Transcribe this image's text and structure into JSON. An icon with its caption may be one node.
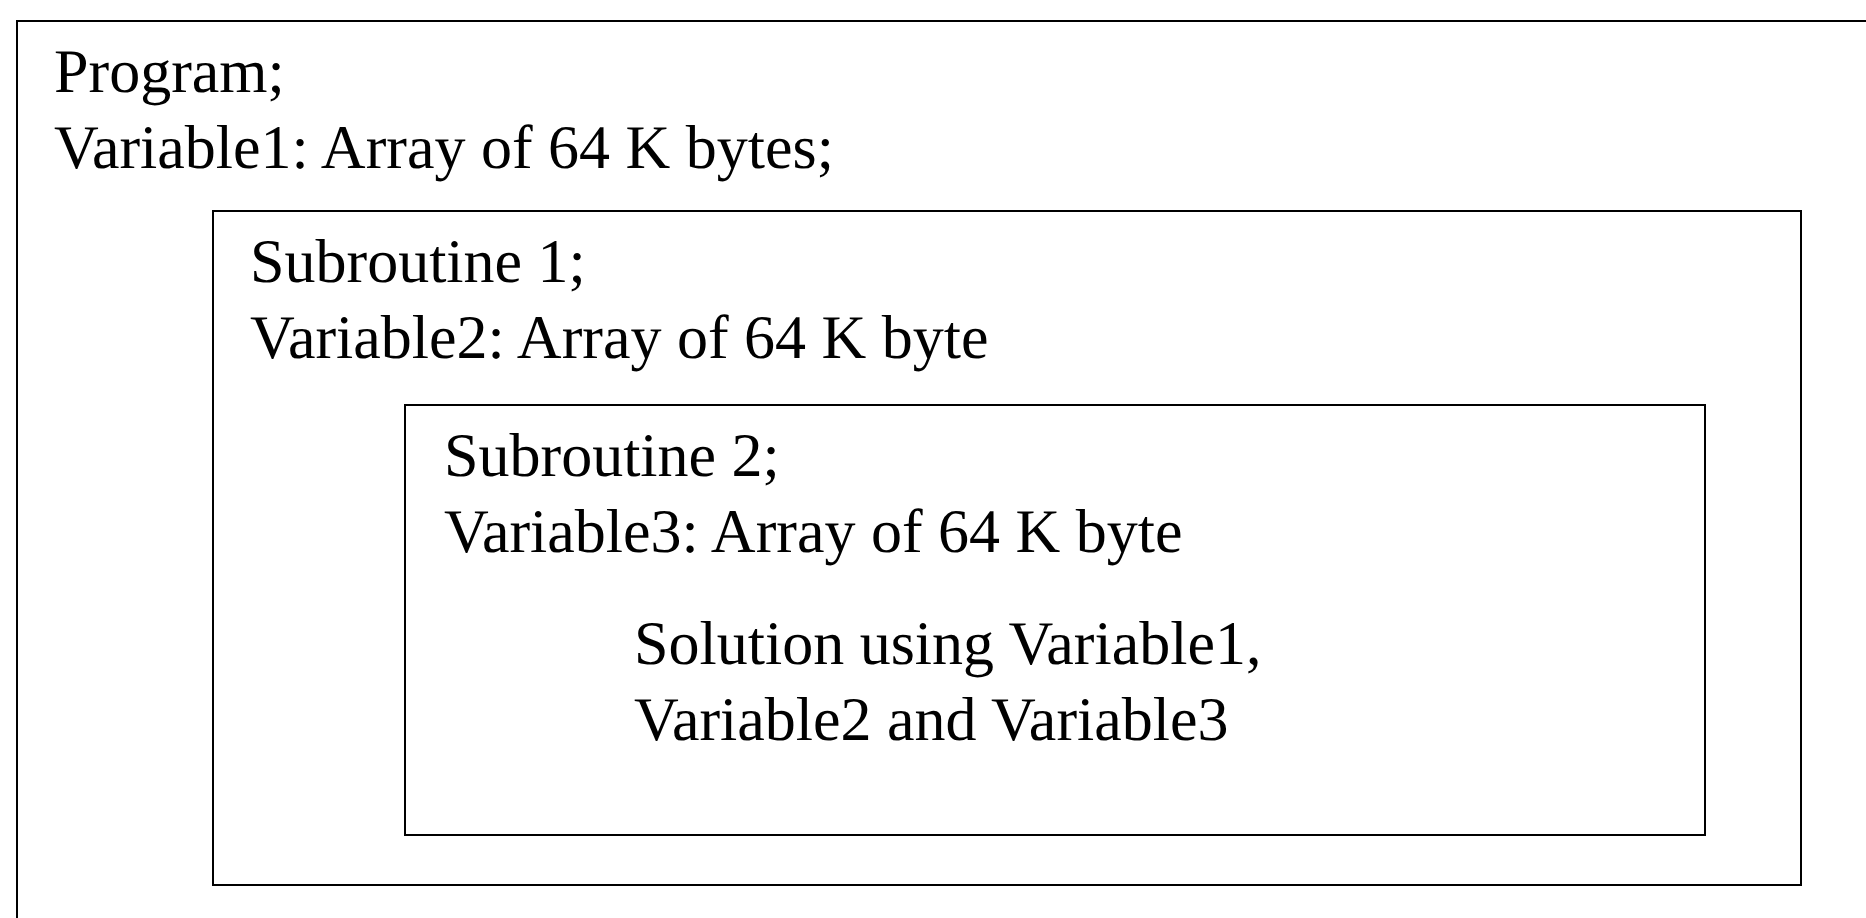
{
  "diagram": {
    "nodes": [
      {
        "text": [
          "Program;",
          "Variable1: Array of 64 K bytes;"
        ]
      },
      {
        "text": [
          "Subroutine 1;",
          "Variable2: Array of 64 K byte"
        ],
        "in": 0
      },
      {
        "text": [
          "Subroutine 2;",
          "Variable3: Array of 64 K byte",
          "Solution using Variable1, Variable2 and Variable3"
        ],
        "in": 1
      }
    ]
  }
}
